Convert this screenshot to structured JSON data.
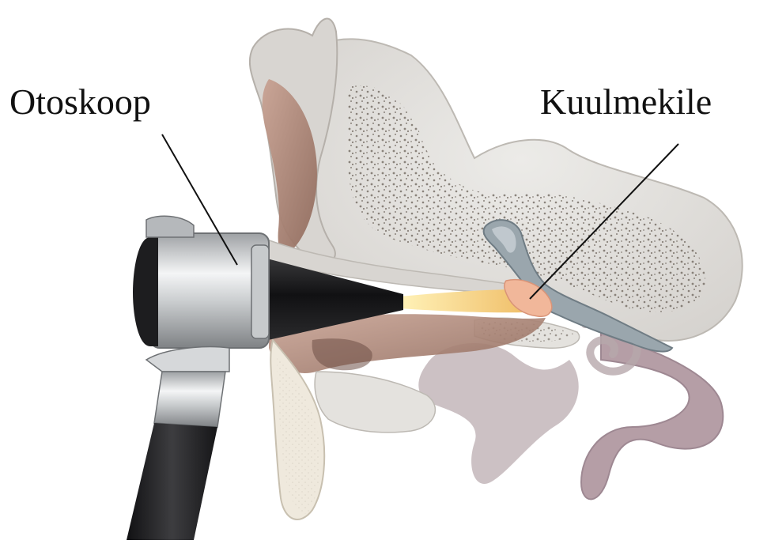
{
  "labels": {
    "otoskoop": "Otoskoop",
    "kuulmekile": "Kuulmekile"
  },
  "colors": {
    "background": "#ffffff",
    "bone": "#e4e2de",
    "bone_outline": "#bdb9b3",
    "bone_speckle": "#6b6259",
    "skin": "#b49081",
    "skin_dark": "#8f6a5c",
    "canal_light": "#f3d17a",
    "eardrum": "#f1b79a",
    "ossicle": "#9aa6ad",
    "tube": "#a98e97",
    "cochlea": "#b7a7ab",
    "otoscope_body": "#cfd1d3",
    "otoscope_dark": "#1f1f21",
    "otoscope_handle": "#2a2a2c",
    "leader_line": "#111111",
    "text": "#111111"
  },
  "icons": {
    "otoscope": "otoscope-icon",
    "ear": "ear-cross-section"
  }
}
